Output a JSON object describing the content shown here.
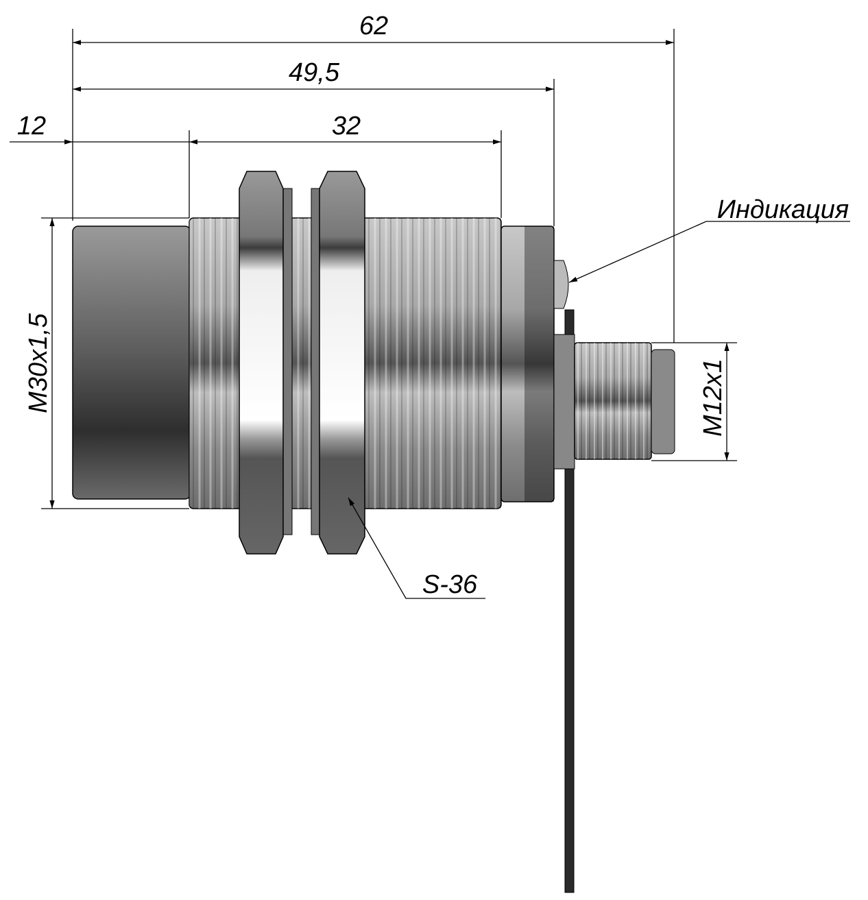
{
  "drawing": {
    "dimensions": {
      "overall_length": "62",
      "length_to_flange": "49,5",
      "face_length": "12",
      "thread_length": "32",
      "body_thread": "M30x1,5",
      "connector_thread": "M12x1"
    },
    "callouts": {
      "indicator": "Индикация",
      "nut_size": "S-36"
    }
  }
}
